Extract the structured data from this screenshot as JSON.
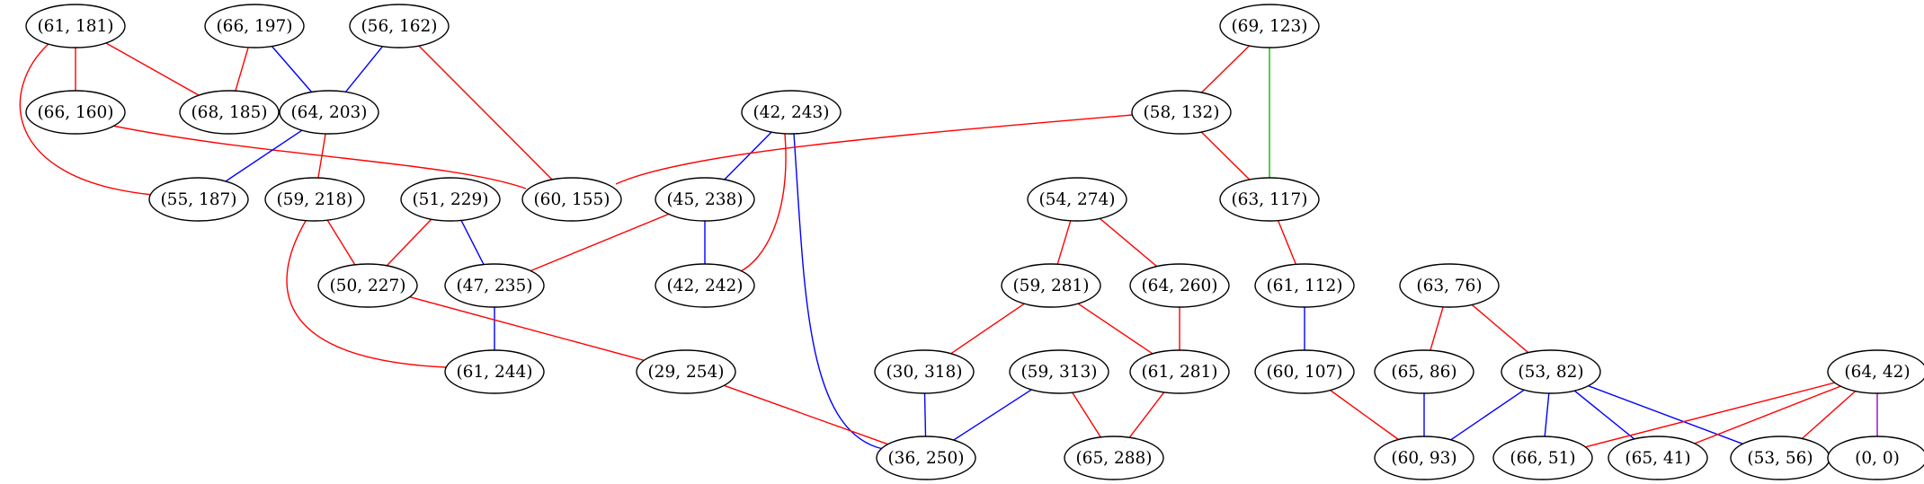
{
  "colors": {
    "red": "#ff0000",
    "blue": "#0000ff",
    "green": "#00c000",
    "purple": "#9400d3"
  },
  "nodes": [
    {
      "id": "n1",
      "label": "(61, 181)"
    },
    {
      "id": "n2",
      "label": "(66, 197)"
    },
    {
      "id": "n3",
      "label": "(56, 162)"
    },
    {
      "id": "n4",
      "label": "(69, 123)"
    },
    {
      "id": "n5",
      "label": "(66, 160)"
    },
    {
      "id": "n6",
      "label": "(68, 185)"
    },
    {
      "id": "n7",
      "label": "(64, 203)"
    },
    {
      "id": "n8",
      "label": "(42, 243)"
    },
    {
      "id": "n9",
      "label": "(58, 132)"
    },
    {
      "id": "n10",
      "label": "(55, 187)"
    },
    {
      "id": "n11",
      "label": "(59, 218)"
    },
    {
      "id": "n12",
      "label": "(51, 229)"
    },
    {
      "id": "n13",
      "label": "(60, 155)"
    },
    {
      "id": "n14",
      "label": "(45, 238)"
    },
    {
      "id": "n15",
      "label": "(54, 274)"
    },
    {
      "id": "n16",
      "label": "(63, 117)"
    },
    {
      "id": "n17",
      "label": "(50, 227)"
    },
    {
      "id": "n18",
      "label": "(47, 235)"
    },
    {
      "id": "n19",
      "label": "(42, 242)"
    },
    {
      "id": "n20",
      "label": "(59, 281)"
    },
    {
      "id": "n21",
      "label": "(64, 260)"
    },
    {
      "id": "n22",
      "label": "(61, 112)"
    },
    {
      "id": "n23",
      "label": "(63, 76)"
    },
    {
      "id": "n24",
      "label": "(61, 244)"
    },
    {
      "id": "n25",
      "label": "(29, 254)"
    },
    {
      "id": "n26",
      "label": "(30, 318)"
    },
    {
      "id": "n27",
      "label": "(59, 313)"
    },
    {
      "id": "n28",
      "label": "(61, 281)"
    },
    {
      "id": "n29",
      "label": "(60, 107)"
    },
    {
      "id": "n30",
      "label": "(65, 86)"
    },
    {
      "id": "n31",
      "label": "(53, 82)"
    },
    {
      "id": "n32",
      "label": "(64, 42)"
    },
    {
      "id": "n33",
      "label": "(36, 250)"
    },
    {
      "id": "n34",
      "label": "(65, 288)"
    },
    {
      "id": "n35",
      "label": "(60, 93)"
    },
    {
      "id": "n36",
      "label": "(66, 51)"
    },
    {
      "id": "n37",
      "label": "(65, 41)"
    },
    {
      "id": "n38",
      "label": "(53, 56)"
    },
    {
      "id": "n39",
      "label": "(0, 0)"
    }
  ],
  "edges": [
    {
      "from": "n1",
      "to": "n5",
      "color": "red"
    },
    {
      "from": "n1",
      "to": "n6",
      "color": "red"
    },
    {
      "from": "n1",
      "to": "n10",
      "color": "red"
    },
    {
      "from": "n2",
      "to": "n6",
      "color": "red"
    },
    {
      "from": "n2",
      "to": "n7",
      "color": "blue"
    },
    {
      "from": "n3",
      "to": "n7",
      "color": "blue"
    },
    {
      "from": "n3",
      "to": "n13",
      "color": "red"
    },
    {
      "from": "n5",
      "to": "n13",
      "color": "red"
    },
    {
      "from": "n7",
      "to": "n10",
      "color": "blue"
    },
    {
      "from": "n7",
      "to": "n11",
      "color": "red"
    },
    {
      "from": "n11",
      "to": "n17",
      "color": "red"
    },
    {
      "from": "n11",
      "to": "n24",
      "color": "red"
    },
    {
      "from": "n12",
      "to": "n17",
      "color": "red"
    },
    {
      "from": "n12",
      "to": "n18",
      "color": "blue"
    },
    {
      "from": "n14",
      "to": "n18",
      "color": "red"
    },
    {
      "from": "n14",
      "to": "n19",
      "color": "blue"
    },
    {
      "from": "n8",
      "to": "n14",
      "color": "blue"
    },
    {
      "from": "n8",
      "to": "n19",
      "color": "red"
    },
    {
      "from": "n8",
      "to": "n33",
      "color": "blue"
    },
    {
      "from": "n9",
      "to": "n13",
      "color": "red"
    },
    {
      "from": "n9",
      "to": "n16",
      "color": "red"
    },
    {
      "from": "n4",
      "to": "n9",
      "color": "red"
    },
    {
      "from": "n4",
      "to": "n16",
      "color": "green"
    },
    {
      "from": "n18",
      "to": "n24",
      "color": "blue"
    },
    {
      "from": "n17",
      "to": "n25",
      "color": "red"
    },
    {
      "from": "n25",
      "to": "n33",
      "color": "red"
    },
    {
      "from": "n15",
      "to": "n20",
      "color": "red"
    },
    {
      "from": "n15",
      "to": "n21",
      "color": "red"
    },
    {
      "from": "n20",
      "to": "n26",
      "color": "red"
    },
    {
      "from": "n20",
      "to": "n28",
      "color": "red"
    },
    {
      "from": "n21",
      "to": "n28",
      "color": "red"
    },
    {
      "from": "n26",
      "to": "n33",
      "color": "blue"
    },
    {
      "from": "n27",
      "to": "n33",
      "color": "blue"
    },
    {
      "from": "n27",
      "to": "n34",
      "color": "red"
    },
    {
      "from": "n28",
      "to": "n34",
      "color": "red"
    },
    {
      "from": "n16",
      "to": "n22",
      "color": "red"
    },
    {
      "from": "n22",
      "to": "n29",
      "color": "blue"
    },
    {
      "from": "n29",
      "to": "n35",
      "color": "red"
    },
    {
      "from": "n23",
      "to": "n30",
      "color": "red"
    },
    {
      "from": "n23",
      "to": "n31",
      "color": "red"
    },
    {
      "from": "n30",
      "to": "n35",
      "color": "blue"
    },
    {
      "from": "n31",
      "to": "n35",
      "color": "blue"
    },
    {
      "from": "n31",
      "to": "n36",
      "color": "blue"
    },
    {
      "from": "n31",
      "to": "n37",
      "color": "blue"
    },
    {
      "from": "n31",
      "to": "n38",
      "color": "blue"
    },
    {
      "from": "n32",
      "to": "n36",
      "color": "red"
    },
    {
      "from": "n32",
      "to": "n37",
      "color": "red"
    },
    {
      "from": "n32",
      "to": "n38",
      "color": "red"
    },
    {
      "from": "n32",
      "to": "n39",
      "color": "purple"
    }
  ]
}
